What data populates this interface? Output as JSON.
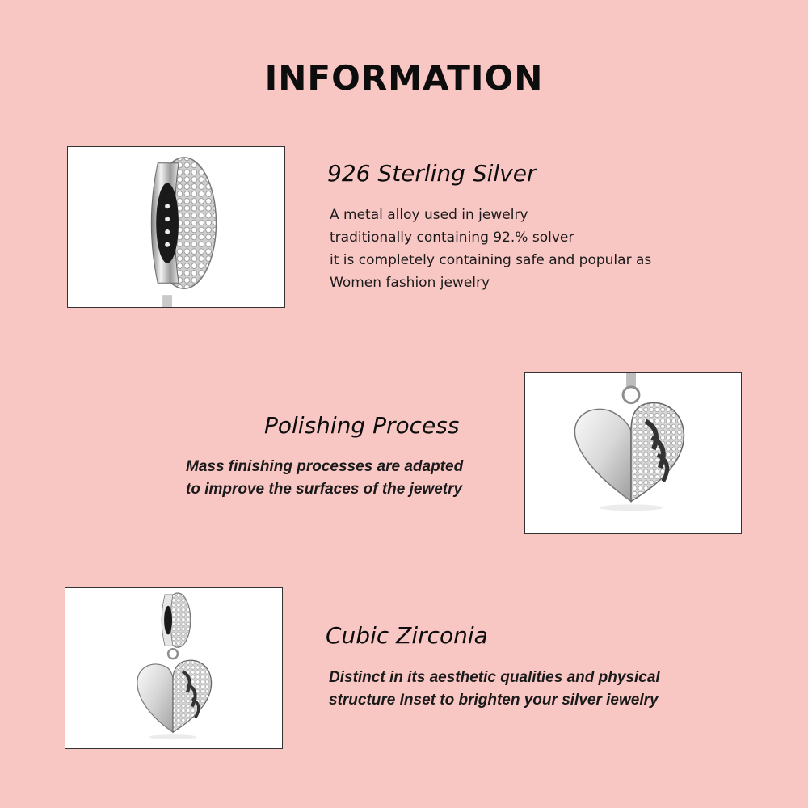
{
  "page": {
    "title": "INFORMATION",
    "background": "#f8c6c3"
  },
  "sections": [
    {
      "heading": "926 Sterling Silver",
      "lines": [
        "A metal alloy used in jewelry",
        "traditionally containing 92.% solver",
        "it is completely containing safe and popular as",
        "Women fashion jewelry"
      ],
      "image": "silver-spacer-ring-photo"
    },
    {
      "heading": "Polishing Process",
      "lines": [
        "Mass finishing processes are adapted",
        "to improve the surfaces of the jewetry"
      ],
      "image": "angel-wing-heart-pendant-photo"
    },
    {
      "heading": "Cubic Zirconia",
      "lines": [
        "Distinct in its aesthetic qualities and physical",
        "structure Inset to brighten your silver iewelry"
      ],
      "image": "heart-dangle-charm-photo"
    }
  ]
}
